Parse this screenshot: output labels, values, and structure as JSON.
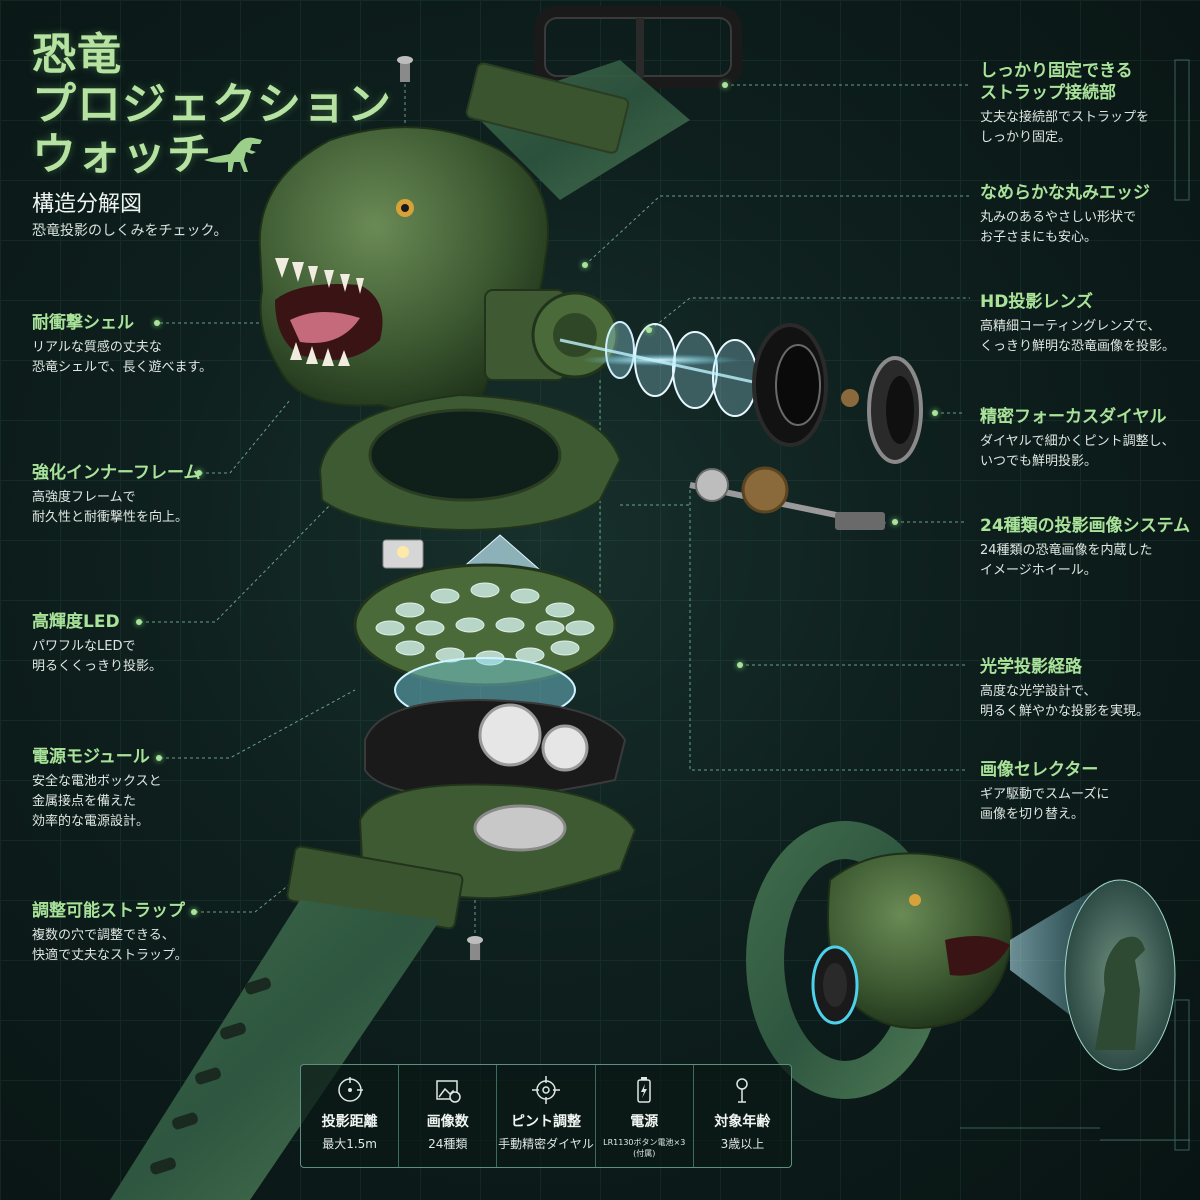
{
  "title": {
    "line1": "恐竜",
    "line2": "プロジェクション",
    "line3": "ウォッチ"
  },
  "subtitle": "構造分解図",
  "subtitle_desc": "恐竜投影のしくみをチェック。",
  "colors": {
    "accent": "#a9e39a",
    "background": "#0e1f1d",
    "shell_green": "#3d5a32",
    "glow_cyan": "#7fe6ff"
  },
  "callouts_left": [
    {
      "title": "耐衝撃シェル",
      "desc": "リアルな質感の丈夫な\n恐竜シェルで、長く遊べます。"
    },
    {
      "title": "強化インナーフレーム",
      "desc": "高強度フレームで\n耐久性と耐衝撃性を向上。"
    },
    {
      "title": "高輝度LED",
      "desc": "パワフルなLEDで\n明るくくっきり投影。"
    },
    {
      "title": "電源モジュール",
      "desc": "安全な電池ボックスと\n金属接点を備えた\n効率的な電源設計。"
    },
    {
      "title": "調整可能ストラップ",
      "desc": "複数の穴で調整できる、\n快適で丈夫なストラップ。"
    }
  ],
  "callouts_right": [
    {
      "title": "しっかり固定できる\nストラップ接続部",
      "desc": "丈夫な接続部でストラップを\nしっかり固定。"
    },
    {
      "title": "なめらかな丸みエッジ",
      "desc": "丸みのあるやさしい形状で\nお子さまにも安心。"
    },
    {
      "title": "HD投影レンズ",
      "desc": "高精細コーティングレンズで、\nくっきり鮮明な恐竜画像を投影。"
    },
    {
      "title": "精密フォーカスダイヤル",
      "desc": "ダイヤルで細かくピント調整し、\nいつでも鮮明投影。"
    },
    {
      "title": "24種類の投影画像システム",
      "desc": "24種類の恐竜画像を内蔵した\nイメージホイール。"
    },
    {
      "title": "光学投影経路",
      "desc": "高度な光学設計で、\n明るく鮮やかな投影を実現。"
    },
    {
      "title": "画像セレクター",
      "desc": "ギア駆動でスムーズに\n画像を切り替え。"
    }
  ],
  "specs": [
    {
      "icon": "target-icon",
      "label": "投影距離",
      "value": "最大1.5m"
    },
    {
      "icon": "image-icon",
      "label": "画像数",
      "value": "24種類"
    },
    {
      "icon": "crosshair-icon",
      "label": "ピント調整",
      "value": "手動精密ダイヤル"
    },
    {
      "icon": "battery-icon",
      "label": "電源",
      "value": "LR1130ボタン電池×3\n(付属)"
    },
    {
      "icon": "person-icon",
      "label": "対象年齢",
      "value": "3歳以上"
    }
  ]
}
